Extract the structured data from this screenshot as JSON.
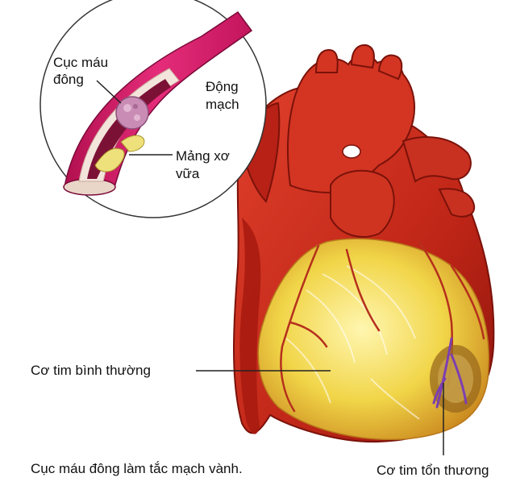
{
  "labels": {
    "clot": "Cục máu\nđông",
    "artery": "Động\nmạch",
    "plaque": "Mảng xơ\nvữa",
    "normal_muscle": "Cơ tim bình thường",
    "caption": "Cục máu đông làm tắc mạch vành.",
    "damaged_muscle": "Cơ tim tổn thương"
  },
  "colors": {
    "artery_wall": "#d81b6a",
    "heart_red": "#c62b1f",
    "healthy_muscle": "#f2d64a",
    "damaged_area": "#8e4fb0",
    "clot": "#c98cb5"
  }
}
